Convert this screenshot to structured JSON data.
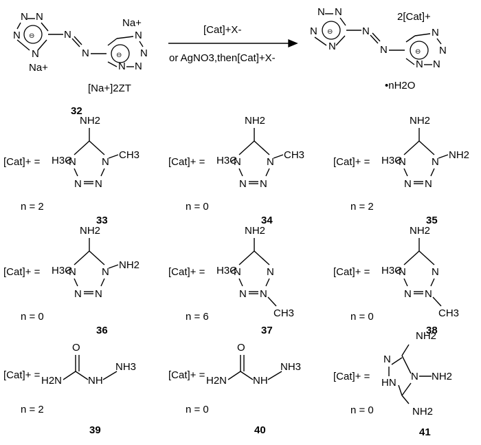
{
  "reaction": {
    "reagent_top": "[Cat]+X-",
    "reagent_bottom": "or AgNO3,then[Cat]+X-",
    "starting_label": "[Na+]2ZT",
    "starting_number": "32",
    "product_counterion": "2[Cat]+",
    "hydrate": "•nH2O",
    "cation_sodium": "Na+",
    "ring_charge": "⊖",
    "N": "N"
  },
  "cations": [
    {
      "number": "33",
      "n": "2",
      "prefix": "[Cat]+ =",
      "sub1": "H3C",
      "sub2": "CH3",
      "amino": "NH2"
    },
    {
      "number": "34",
      "n": "0",
      "prefix": "[Cat]+ =",
      "sub1": "H3C",
      "sub2": "CH3",
      "amino": "NH2"
    },
    {
      "number": "35",
      "n": "2",
      "prefix": "[Cat]+ =",
      "sub1": "H3C",
      "sub2": "NH2",
      "amino": "NH2"
    },
    {
      "number": "36",
      "n": "0",
      "prefix": "[Cat]+ =",
      "sub1": "H3C",
      "sub2": "NH2",
      "amino": "NH2"
    },
    {
      "number": "37",
      "n": "6",
      "prefix": "[Cat]+ =",
      "sub1": "H3C",
      "sub2": "CH3",
      "amino": "NH2"
    },
    {
      "number": "38",
      "n": "0",
      "prefix": "[Cat]+ =",
      "sub1": "H3C",
      "sub2": "CH3",
      "amino": "NH2"
    },
    {
      "number": "39",
      "n": "2",
      "prefix": "[Cat]+ =",
      "left": "H2N",
      "mid": "NH",
      "right": "NH3",
      "oxy": "O"
    },
    {
      "number": "40",
      "n": "0",
      "prefix": "[Cat]+ =",
      "left": "H2N",
      "mid": "NH",
      "right": "NH3",
      "oxy": "O"
    },
    {
      "number": "41",
      "n": "0",
      "prefix": "[Cat]+ =",
      "top": "NH2",
      "right": "NH2",
      "bottom": "NH2",
      "hn": "HN"
    }
  ],
  "n_prefix": "n ="
}
